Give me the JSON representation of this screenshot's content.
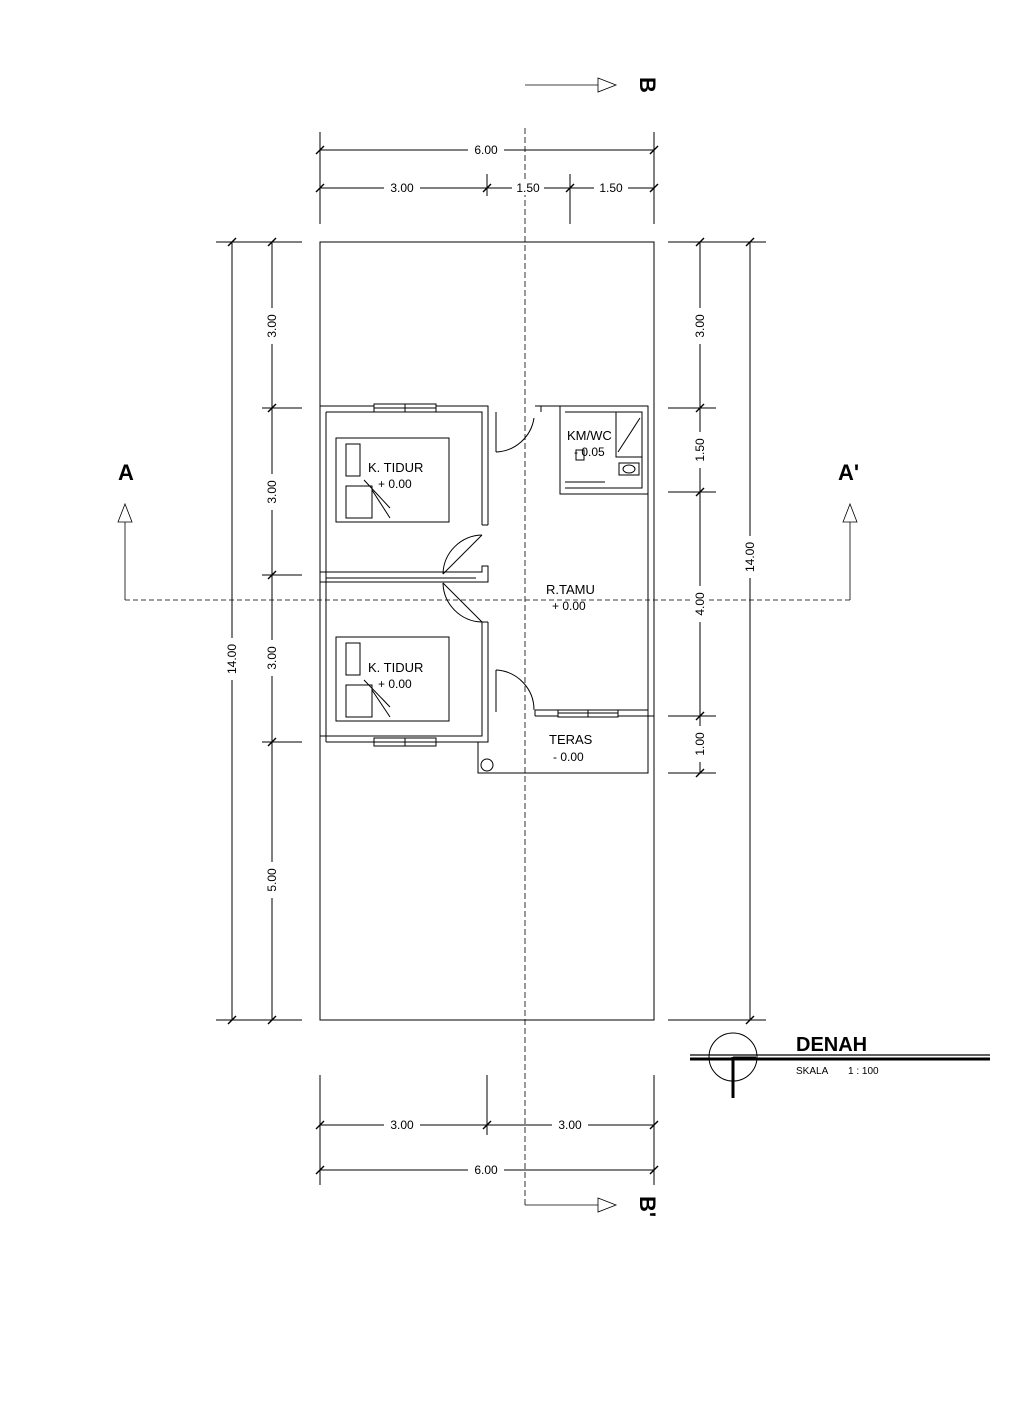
{
  "sheet": {
    "title": "DENAH",
    "scale_label": "SKALA",
    "scale_value": "1 : 100"
  },
  "section_marks": {
    "a": "A",
    "a_prime": "A'",
    "b": "B",
    "b_prime": "B'"
  },
  "dimensions": {
    "top_total": "6.00",
    "top_parts": [
      "3.00",
      "1.50",
      "1.50"
    ],
    "bottom_parts": [
      "3.00",
      "3.00"
    ],
    "bottom_total": "6.00",
    "left_total": "14.00",
    "left_parts": [
      "3.00",
      "3.00",
      "3.00",
      "5.00"
    ],
    "right_total": "14.00",
    "right_parts": [
      "3.00",
      "1.50",
      "4.00",
      "1.00"
    ]
  },
  "rooms": {
    "bedroom_1": {
      "name": "K. TIDUR",
      "level": "+ 0.00"
    },
    "bedroom_2": {
      "name": "K. TIDUR",
      "level": "+ 0.00"
    },
    "bathroom": {
      "name": "KM/WC",
      "level": "- 0.05"
    },
    "living_room": {
      "name": "R.TAMU",
      "level": "+ 0.00"
    },
    "terrace": {
      "name": "TERAS",
      "level": "- 0.00"
    }
  }
}
